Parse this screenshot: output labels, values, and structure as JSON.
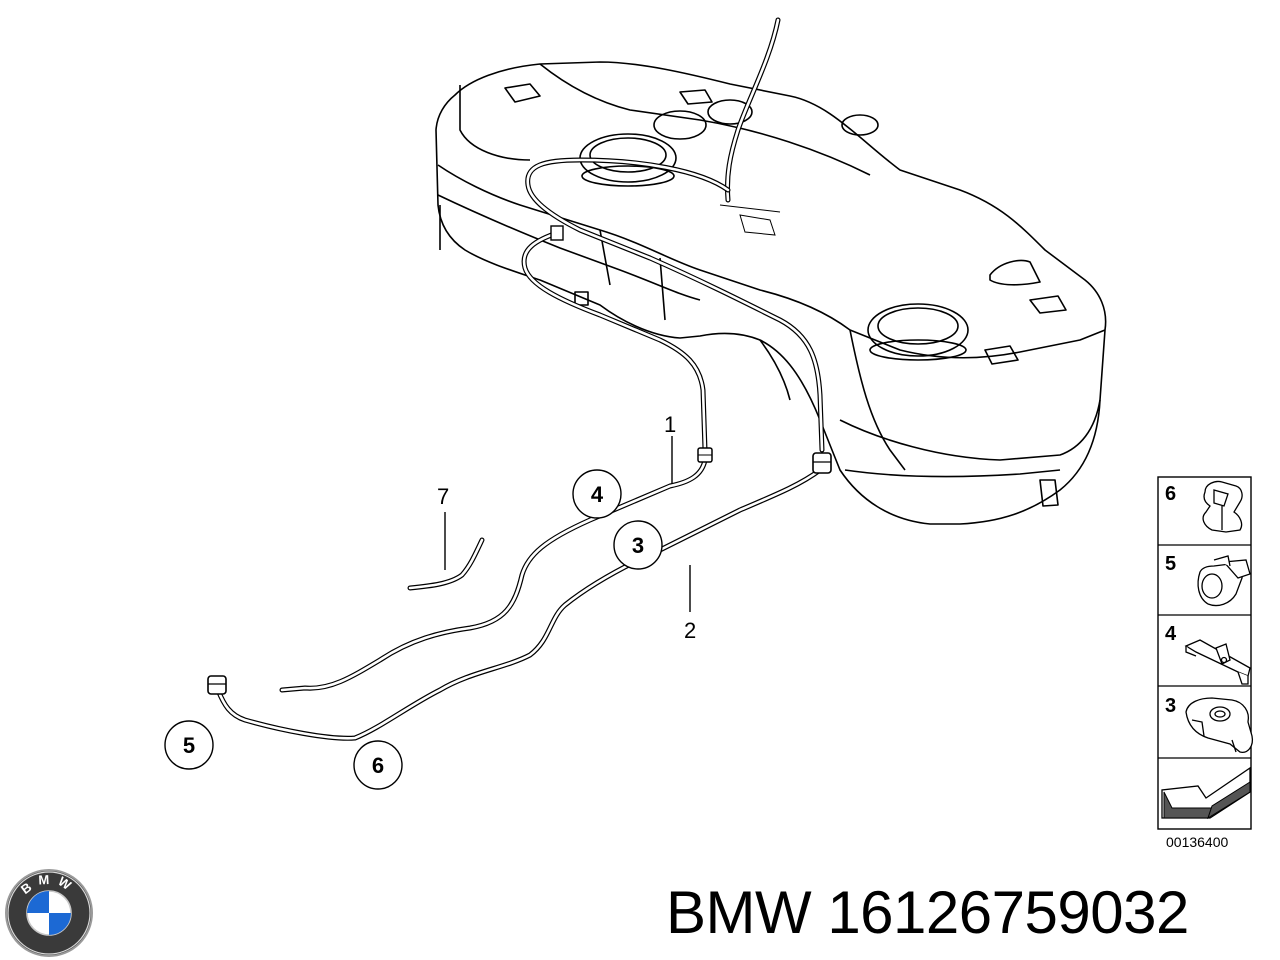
{
  "diagram": {
    "callouts": [
      {
        "id": "c1",
        "text": "1",
        "circled": false
      },
      {
        "id": "c2",
        "text": "2",
        "circled": false
      },
      {
        "id": "c3",
        "text": "3",
        "circled": true
      },
      {
        "id": "c4",
        "text": "4",
        "circled": true
      },
      {
        "id": "c5",
        "text": "5",
        "circled": true
      },
      {
        "id": "c6",
        "text": "6",
        "circled": true
      },
      {
        "id": "c7",
        "text": "7",
        "circled": false
      }
    ],
    "legend": {
      "items": [
        {
          "number": "6",
          "part": "clip"
        },
        {
          "number": "5",
          "part": "hose-clamp"
        },
        {
          "number": "4",
          "part": "bracket"
        },
        {
          "number": "3",
          "part": "pipe-holder"
        }
      ],
      "code": "00136400"
    }
  },
  "footer": {
    "brand": "BMW",
    "part_number": "16126759032",
    "logo_letters": "BMW"
  },
  "colors": {
    "line": "#000000",
    "background": "#ffffff",
    "logo_blue": "#1c69d4"
  }
}
